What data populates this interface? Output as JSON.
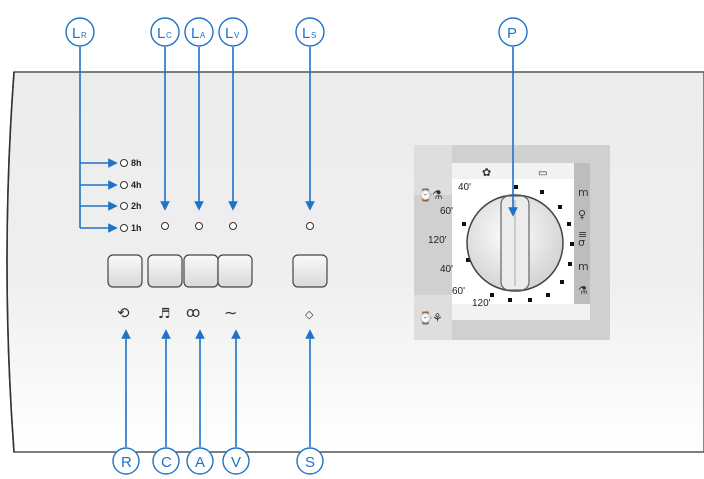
{
  "callouts_top": [
    {
      "id": "LR",
      "main": "L",
      "sub": "R"
    },
    {
      "id": "LC",
      "main": "L",
      "sub": "C"
    },
    {
      "id": "LA",
      "main": "L",
      "sub": "A"
    },
    {
      "id": "LV",
      "main": "L",
      "sub": "V"
    },
    {
      "id": "LS",
      "main": "L",
      "sub": "S"
    },
    {
      "id": "P",
      "main": "P",
      "sub": ""
    }
  ],
  "callouts_bottom": [
    {
      "id": "R",
      "main": "R"
    },
    {
      "id": "C",
      "main": "C"
    },
    {
      "id": "A",
      "main": "A"
    },
    {
      "id": "V",
      "main": "V"
    },
    {
      "id": "S",
      "main": "S"
    }
  ],
  "delay_times": [
    "8h",
    "4h",
    "2h",
    "1h"
  ],
  "button_symbols": [
    "⟲",
    "♬",
    "ꝏ",
    "∼",
    "◇"
  ],
  "dial_left_labels": [
    "40'",
    "60'",
    "120'",
    "40'",
    "60'",
    "120'"
  ],
  "dial_icons": [
    "delay-timer-icon",
    "flask-icon",
    "wool-icon",
    "cotton-icon",
    "drain-icon",
    "spin-icon"
  ],
  "colors": {
    "accent": "#1e73c8",
    "panel": "#e9e9e9",
    "dial_band": "#cfcfcf"
  }
}
